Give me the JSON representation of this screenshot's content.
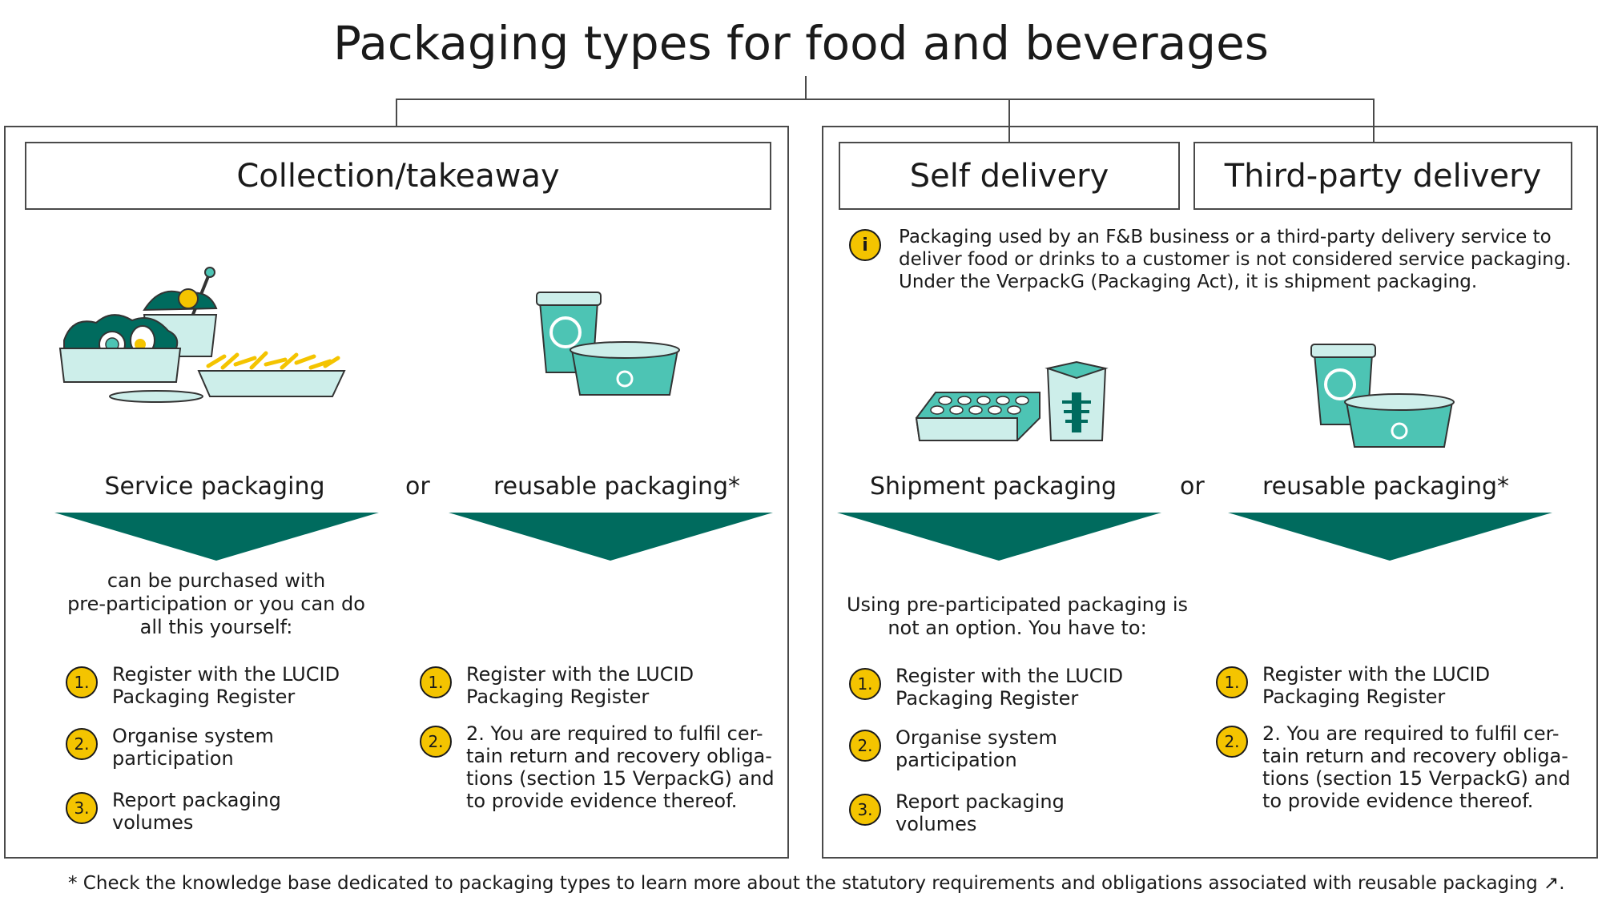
{
  "title": "Packaging types for food and beverages",
  "headers": {
    "collection": "Collection/takeaway",
    "self_delivery": "Self delivery",
    "third_party": "Third-party delivery"
  },
  "info_note": "Packaging used by an F&B business or a third-party delivery service to\ndeliver food or drinks to a customer is not considered service packaging.\nUnder the VerpackG (Packaging Act), it is shipment packaging.",
  "info_icon": "i",
  "or_label": "or",
  "columns": [
    {
      "label": "Service packaging",
      "intro": "can be purchased with\npre-participation or you can do\nall this yourself:",
      "steps": [
        {
          "num": "1.",
          "text": "Register with the LUCID\nPackaging Register"
        },
        {
          "num": "2.",
          "text": "Organise system\nparticipation"
        },
        {
          "num": "3.",
          "text": "Report packaging\nvolumes"
        }
      ]
    },
    {
      "label": "reusable packaging*",
      "steps": [
        {
          "num": "1.",
          "text": "Register with the LUCID\nPackaging Register"
        },
        {
          "num": "2.",
          "text": "2. You are required to fulfil cer-\ntain return and recovery obliga-\ntions (section 15 VerpackG) and\nto provide evidence thereof."
        }
      ]
    },
    {
      "label": "Shipment packaging",
      "intro": "Using pre-participated packaging is\nnot an option. You have to:",
      "steps": [
        {
          "num": "1.",
          "text": "Register with the LUCID\nPackaging Register"
        },
        {
          "num": "2.",
          "text": "Organise system\nparticipation"
        },
        {
          "num": "3.",
          "text": "Report packaging\nvolumes"
        }
      ]
    },
    {
      "label": "reusable packaging*",
      "steps": [
        {
          "num": "1.",
          "text": "Register with the LUCID\nPackaging Register"
        },
        {
          "num": "2.",
          "text": "2. You are required to fulfil cer-\ntain return and recovery obliga-\ntions (section 15 VerpackG) and\nto provide evidence thereof."
        }
      ]
    }
  ],
  "footnote": "* Check the knowledge base dedicated to packaging types to learn more about the statutory requirements and obligations associated with reusable packaging ↗.",
  "colors": {
    "teal_dark": "#006b5e",
    "teal_light": "#4dc4b4",
    "yellow": "#f4c400",
    "border": "#4a4a4a"
  },
  "icons": [
    "salad-bowl-fries-icon",
    "reusable-cup-bowl-icon",
    "sushi-tray-takeout-box-icon",
    "reusable-cup-bowl-icon"
  ]
}
